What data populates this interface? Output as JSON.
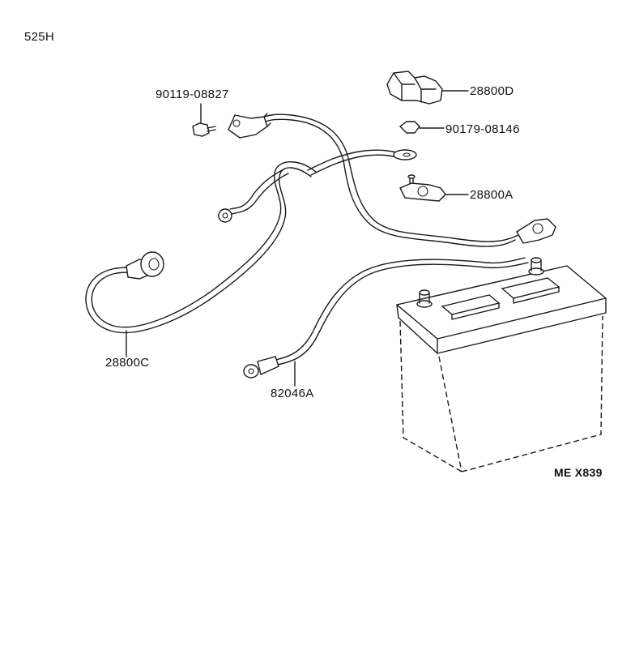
{
  "diagram_code": "525H",
  "figure_ref": "ME X839",
  "parts": {
    "terminal_cover": "28800D",
    "terminal_nut": "90179-08146",
    "positive_cable": "28800A",
    "cable_bolt": "90119-08827",
    "ground_cable": "28800C",
    "negative_cable": "82046A"
  }
}
